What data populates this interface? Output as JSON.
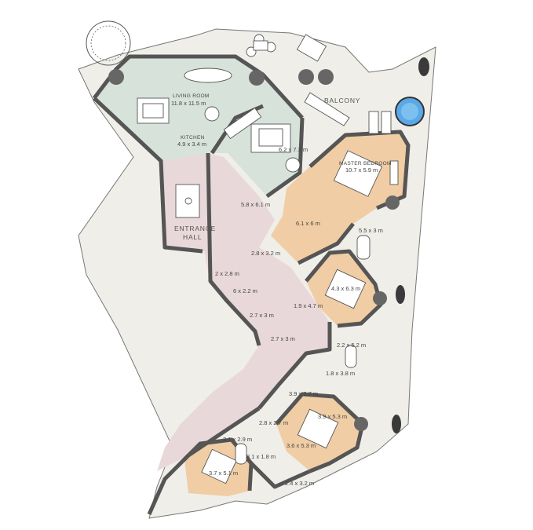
{
  "plan": {
    "balcony_label": "BALCONY",
    "entrance_label_1": "ENTRANCE",
    "entrance_label_2": "HALL",
    "rooms": [
      {
        "name": "LIVING ROOM",
        "dim": "11.8 x 11.5 m"
      },
      {
        "name": "KITCHEN",
        "dim": "4.9 x 3.4 m"
      },
      {
        "name": "MASTER BEDROOM",
        "dim": "10.7 x 5.9 m"
      }
    ],
    "dimensions": [
      "6.2 x 7.3 m",
      "5.8 x 6.1 m",
      "6.1 x 6 m",
      "2.8 x 3.2 m",
      "5.5 x 3 m",
      "2 x 2.8 m",
      "6 x 2.2 m",
      "2.7 x 3 m",
      "2.7 x 3 m",
      "1.9 x 4.7 m",
      "4.3 x 6.3 m",
      "2.2 x 5.2 m",
      "1.8 x 3.8 m",
      "3.9 x 2.7 m",
      "2.8 x 2.7 m",
      "3.9 x 5.3 m",
      "3.6 x 5.3 m",
      "3.1 x 2.9 m",
      "3.1 x 1.8 m",
      "3.7 x 5.1 m",
      "2.4 x 3.2 m"
    ],
    "colors": {
      "terrace": "#efeee8",
      "living": "#d7e3da",
      "hall": "#e8d8da",
      "bedroom": "#f0cda4",
      "wall": "#555555",
      "water": "#5aa9e6"
    }
  }
}
